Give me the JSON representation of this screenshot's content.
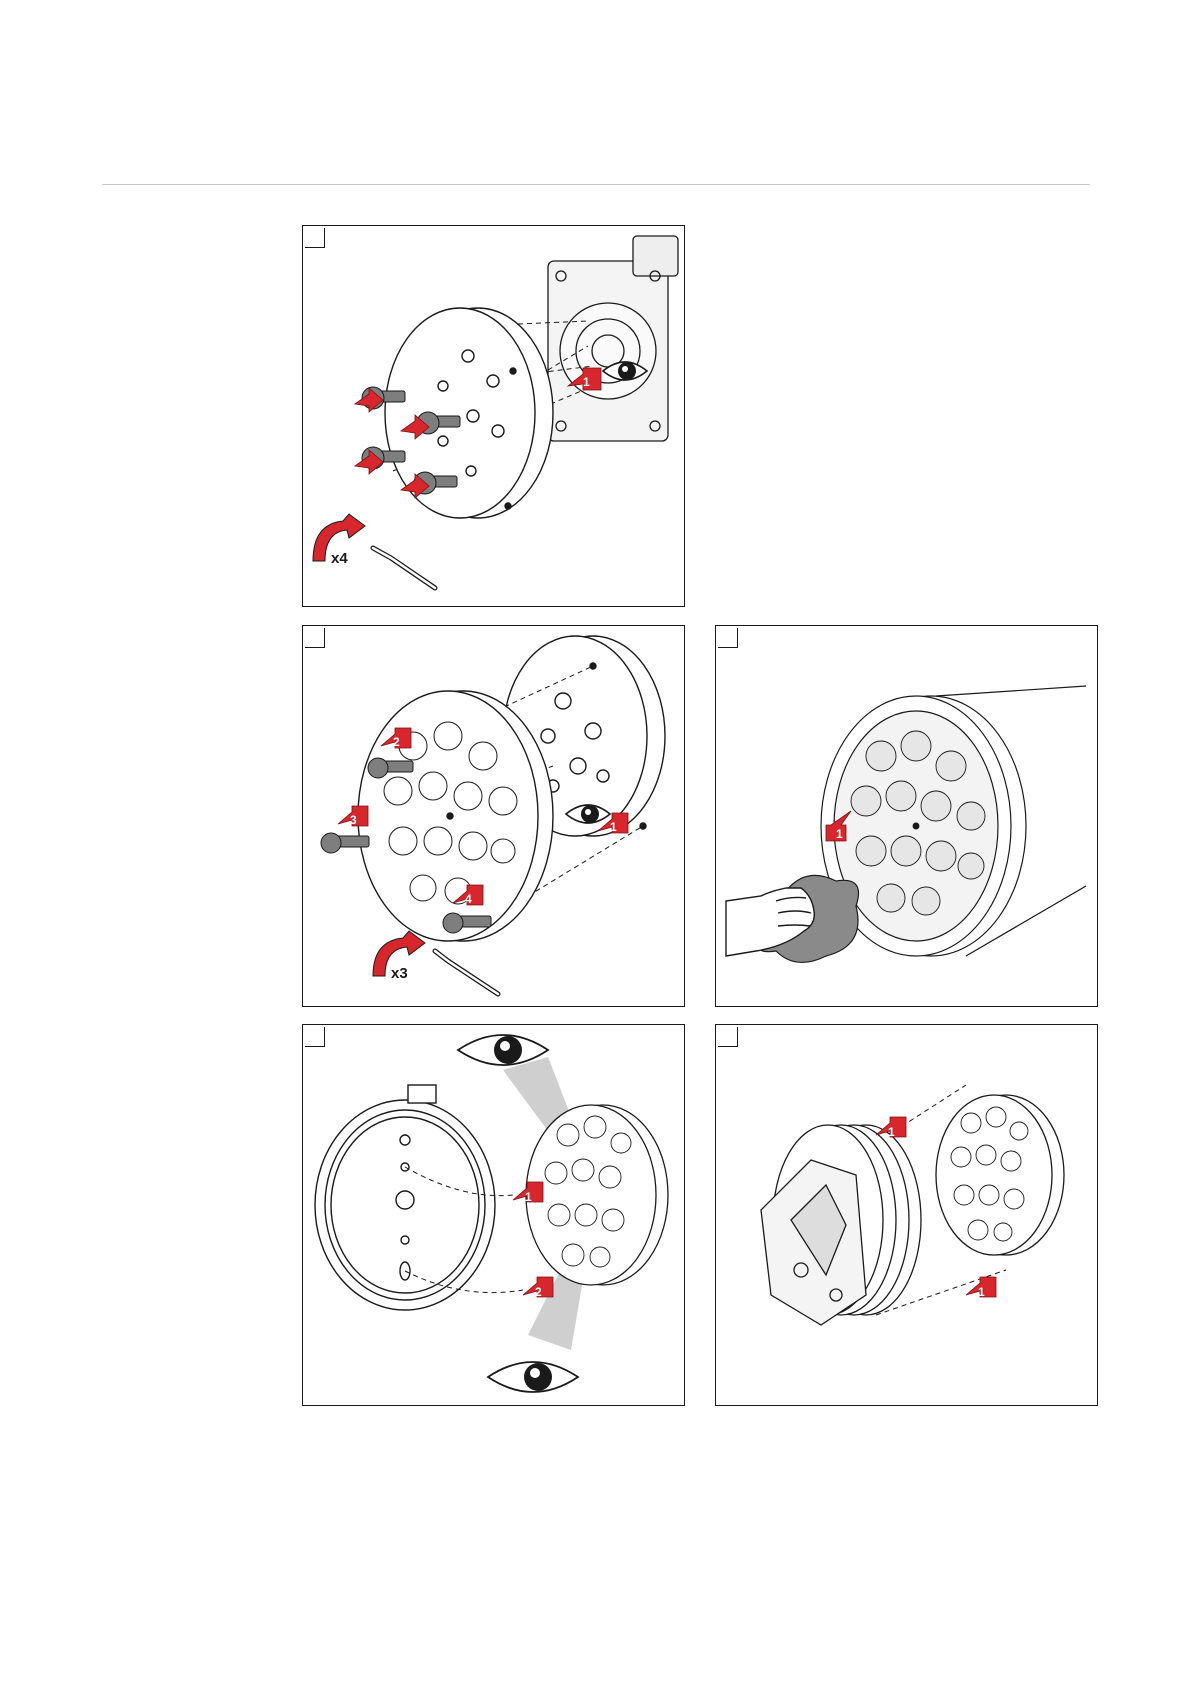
{
  "panels": [
    {
      "id": "panel-1",
      "labels": {
        "turns": "x4"
      },
      "callouts": [
        "1"
      ]
    },
    {
      "id": "panel-2",
      "labels": {
        "turns": "x3"
      },
      "callouts": [
        "1",
        "2",
        "3",
        "4"
      ]
    },
    {
      "id": "panel-3",
      "callouts": [
        "1"
      ]
    },
    {
      "id": "panel-4",
      "callouts": [
        "1",
        "2"
      ]
    },
    {
      "id": "panel-5",
      "callouts": [
        "1",
        "1"
      ]
    }
  ],
  "colors": {
    "accent": "#d7262c",
    "line": "#1a1a1a",
    "gray": "#8a8a8a",
    "light_gray": "#cfcfcf"
  },
  "icons": [
    "eye-icon",
    "hex-key-icon",
    "rotate-arrow-icon",
    "screw-icon",
    "glove-hand-icon",
    "cloth-icon"
  ]
}
